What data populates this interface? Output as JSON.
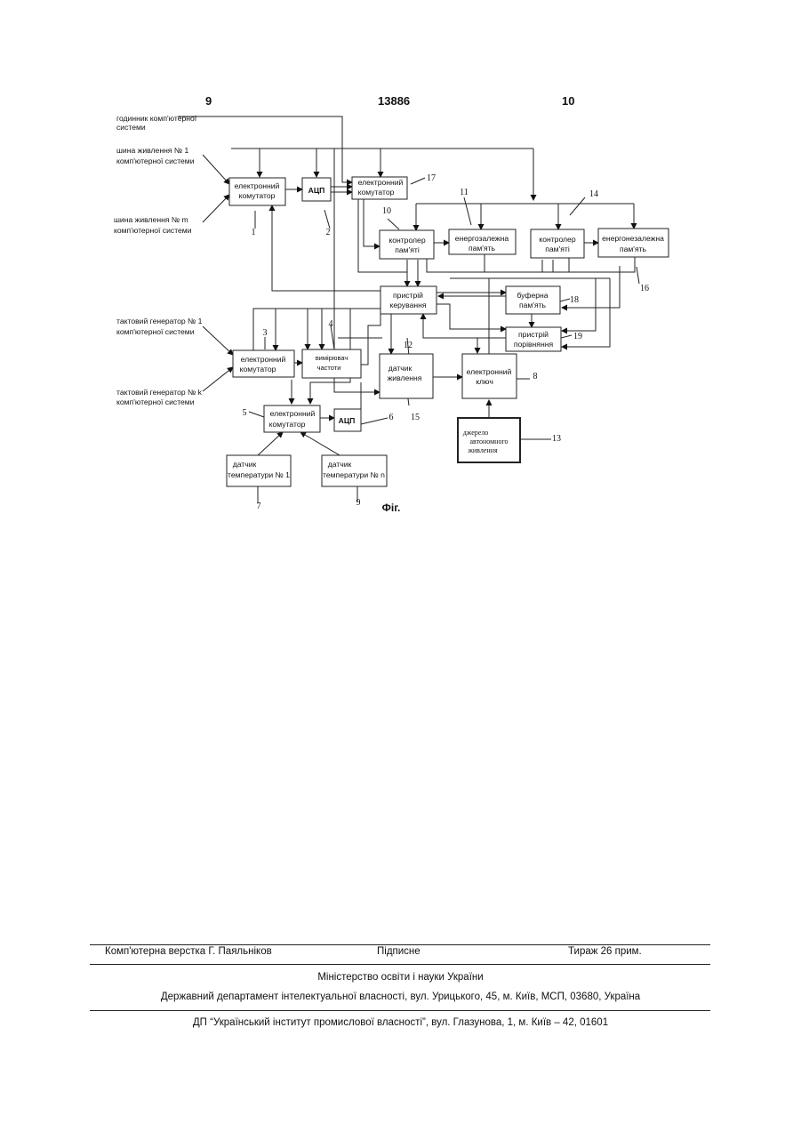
{
  "header": {
    "page_left": "9",
    "patent_no": "13886",
    "page_right": "10"
  },
  "inputs": {
    "clock": [
      "годинник комп'ютерної",
      "системи"
    ],
    "bus1": [
      "шина живлення № 1",
      "комп'ютерної системи"
    ],
    "busm": [
      "шина живлення № m",
      "комп'ютерної системи"
    ],
    "gen1": [
      "тактовий генератор № 1",
      "комп'ютерної системи"
    ],
    "genk": [
      "тактовий генератор № k",
      "комп'ютерної системи"
    ]
  },
  "blocks": {
    "b1": [
      "електронний",
      "комутатор"
    ],
    "b2": [
      "АЦП"
    ],
    "b17": [
      "електронний",
      "комутатор"
    ],
    "b10": [
      "контролер",
      "пам'яті"
    ],
    "b11": [
      "енергозалежна",
      "пам'ять"
    ],
    "b14c": [
      "контролер",
      "пам'яті"
    ],
    "b16": [
      "енергонезалежна",
      "пам'ять"
    ],
    "bcu": [
      "пристрій",
      "керування"
    ],
    "b18": [
      "буферна",
      "пам'ять"
    ],
    "b19": [
      "пристрій",
      "порівняння"
    ],
    "b3": [
      "електронний",
      "комутатор"
    ],
    "b4": [
      "вимірювач",
      "частоти"
    ],
    "b15": [
      "датчик",
      "живлення"
    ],
    "b8": [
      "електронний",
      "ключ"
    ],
    "b5": [
      "електронний",
      "комутатор"
    ],
    "b6": [
      "АЦП"
    ],
    "b13": [
      "джерело",
      "автономного",
      "живлення"
    ],
    "t1": [
      "датчик",
      "температури № 1"
    ],
    "tn": [
      "датчик",
      "температури № n"
    ]
  },
  "ref_numbers": {
    "n1": "1",
    "n2": "2",
    "n3": "3",
    "n4": "4",
    "n5": "5",
    "n6": "6",
    "n7": "7",
    "n8": "8",
    "n9": "9",
    "n10": "10",
    "n11": "11",
    "n12": "12",
    "n13": "13",
    "n14": "14",
    "n15": "15",
    "n16": "16",
    "n17": "17",
    "n18": "18",
    "n19": "19"
  },
  "caption": "Фіг.",
  "footer": {
    "layout": "Комп'ютерна верстка Г. Паяльніков",
    "signed": "Підписне",
    "circulation": "Тираж 26 прим.",
    "ministry": "Міністерство освіти і науки України",
    "department": "Державний департамент інтелектуальної власності, вул. Урицького, 45, м. Київ, МСП, 03680, Україна",
    "institute": "ДП “Український інститут промислової власності”, вул. Глазунова, 1, м. Київ – 42, 01601"
  }
}
